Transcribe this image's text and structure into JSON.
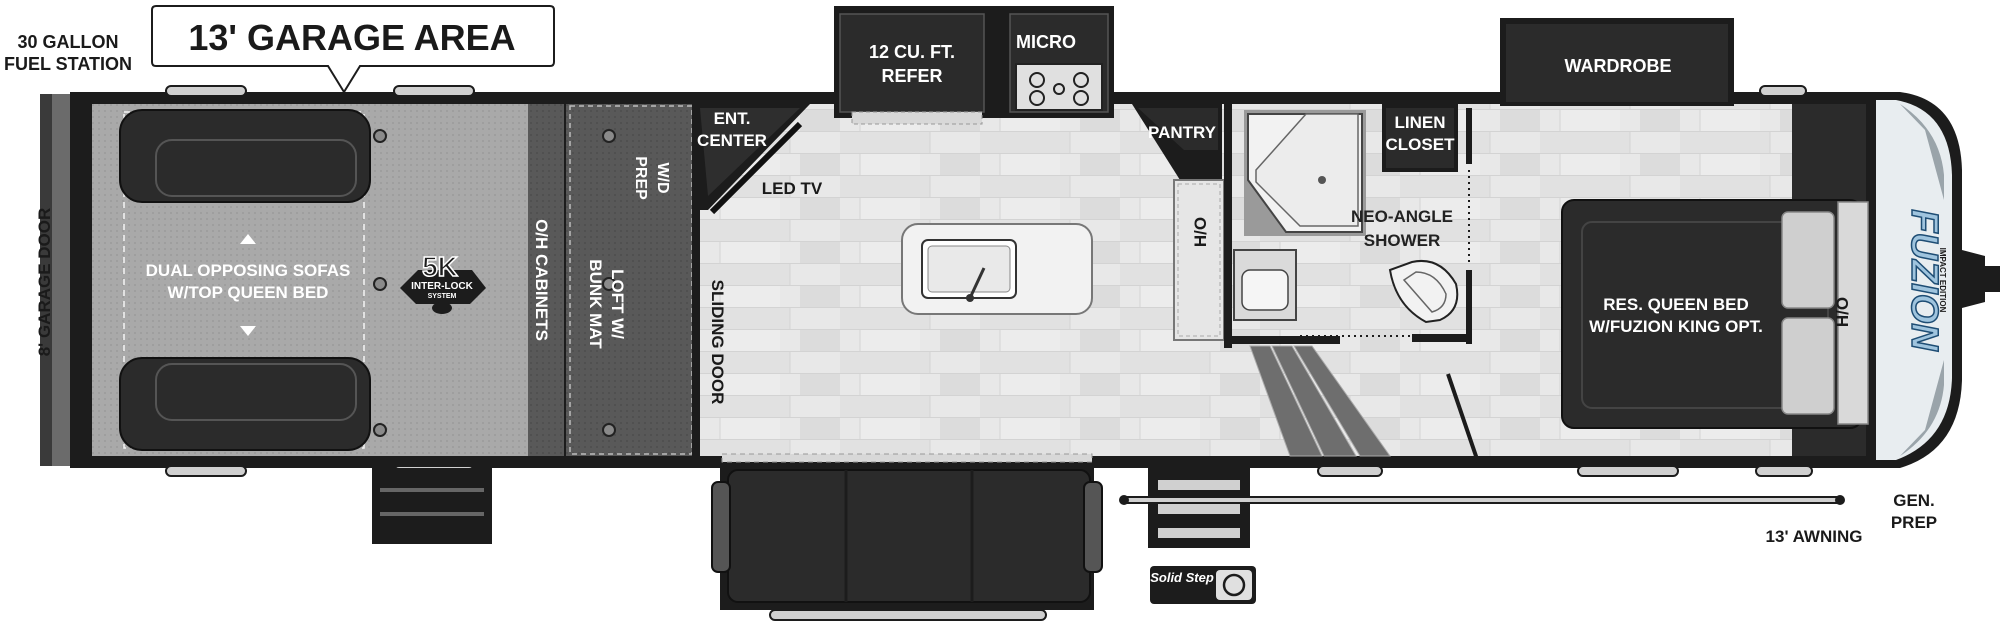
{
  "colors": {
    "wall": "#1c1c1c",
    "garage_floor": "#a9a9a9",
    "floor": "#e6e6e6",
    "dark_furniture": "#2b2b2b",
    "light_fixture": "#f2f2f2"
  },
  "labels": {
    "fuel_line1": "30 GALLON",
    "fuel_line2": "FUEL STATION",
    "garage_area": "13' GARAGE AREA",
    "garage_door": "8' GARAGE DOOR",
    "sofas_line1": "DUAL OPPOSING SOFAS",
    "sofas_line2": "W/TOP QUEEN BED",
    "oh_cabinets": "O/H CABINETS",
    "loft_line1": "LOFT W/",
    "loft_line2": "BUNK MAT",
    "wd_line1": "W/D",
    "wd_line2": "PREP",
    "ent_line1": "ENT.",
    "ent_line2": "CENTER",
    "led_tv": "LED TV",
    "sliding_door": "SLIDING DOOR",
    "refer_line1": "12 CU. FT.",
    "refer_line2": "REFER",
    "micro": "MICRO",
    "pantry": "PANTRY",
    "ho_kitchen": "H/O",
    "linen_line1": "LINEN",
    "linen_line2": "CLOSET",
    "shower_line1": "NEO-ANGLE",
    "shower_line2": "SHOWER",
    "wardrobe": "WARDROBE",
    "bed_line1": "RES. QUEEN BED",
    "bed_line2": "W/FUZION KING OPT.",
    "ho_bed": "H/O",
    "gen_line1": "GEN.",
    "gen_line2": "PREP",
    "awning": "13' AWNING"
  },
  "logos": {
    "interlock_big": "5K",
    "interlock_line1": "INTER-LOCK",
    "interlock_line2": "SYSTEM",
    "brand": "FUZION",
    "brand_sub": "IMPACT EDITION",
    "solid_step": "Solid Step"
  },
  "icons": [
    "sink-icon",
    "stove-icon",
    "toilet-icon",
    "arrow-up-icon",
    "arrow-down-icon"
  ]
}
